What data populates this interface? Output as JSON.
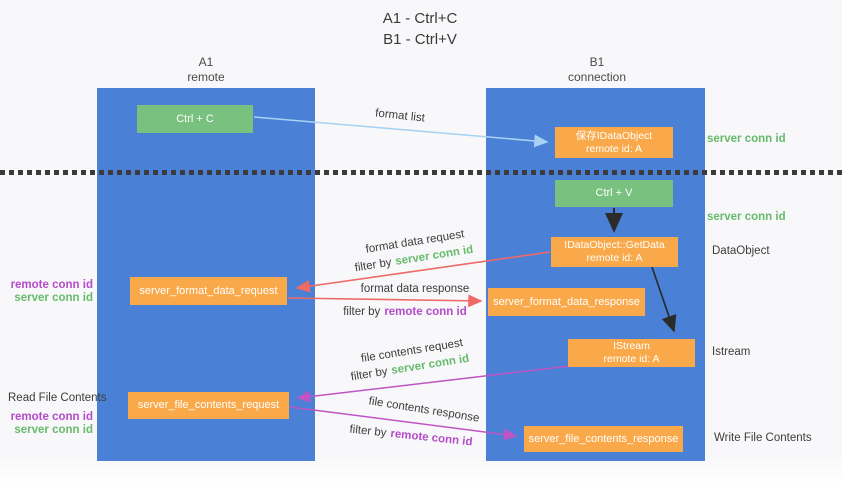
{
  "title": {
    "line1": "A1 - Ctrl+C",
    "line2": "B1 - Ctrl+V"
  },
  "columns": {
    "left": {
      "id": "A1",
      "role": "remote"
    },
    "right": {
      "id": "B1",
      "role": "connection"
    }
  },
  "nodes": {
    "ctrl_c": "Ctrl + C",
    "save_idataobject": {
      "line1": "保存IDataObject",
      "line2": "remote id: A"
    },
    "ctrl_v": "Ctrl + V",
    "getdata": {
      "line1": "IDataObject::GetData",
      "line2": "remote id: A"
    },
    "format_request": "server_format_data_request",
    "format_response": "server_format_data_response",
    "istream": {
      "line1": "IStream",
      "line2": "remote id: A"
    },
    "file_request": "server_file_contents_request",
    "file_response": "server_file_contents_response"
  },
  "edge_labels": {
    "format_list": "format list",
    "format_data_request": "format data request",
    "format_data_response": "format data response",
    "file_contents_request": "file contents request",
    "file_contents_response": "file contents response",
    "filter_by": "filter by"
  },
  "side_labels": {
    "server_conn_id": "server conn id",
    "remote_conn_id": "remote conn id",
    "data_object": "DataObject",
    "istream": "Istream",
    "read_file_contents": "Read File Contents",
    "write_file_contents": "Write File Contents"
  },
  "colors": {
    "lifeline_blue": "#4a80d6",
    "box_green": "#78c17e",
    "box_orange": "#f9a94a",
    "arrow_light_blue": "#a9d2f2",
    "arrow_red": "#ed6a66",
    "arrow_magenta": "#bf54c5",
    "arrow_black": "#2b2b2b",
    "text_green": "#66bb6a",
    "text_purple": "#b44bc8"
  }
}
